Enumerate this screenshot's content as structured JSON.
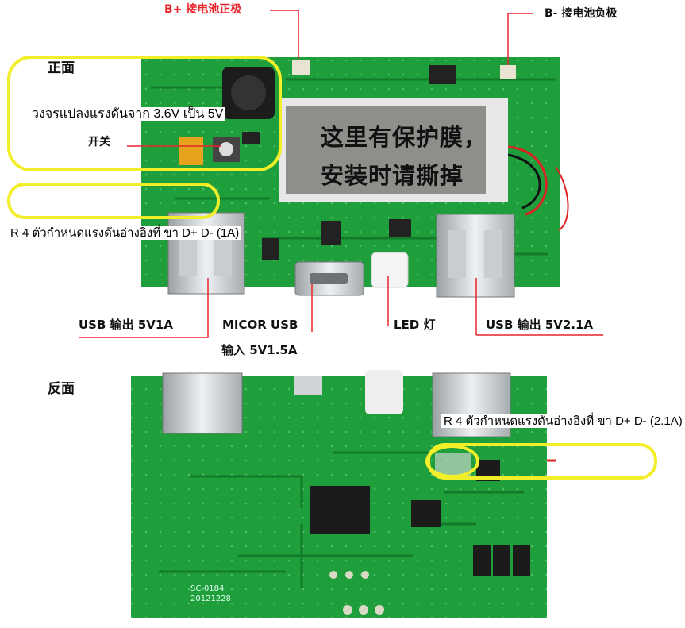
{
  "labels": {
    "b_plus": "B+ 接电池正极",
    "b_minus": "B- 接电池负极",
    "front": "正面",
    "back": "反面",
    "boost": "วงจรแปลงแรงดันจาก 3.6V เป็น 5V",
    "switch": "开关",
    "r4_front": "R 4 ตัวกำหนดแรงดันอ่างอิงที่ ขา D+ D- (1A)",
    "r4_back": "R 4 ตัวกำหนดแรงดันอ่างอิงที่ ขา D+ D- (2.1A)",
    "lcd_line1": "这里有保护膜，",
    "lcd_line2": "安装时请撕掉",
    "usb_out_1a": "USB 输出 5V1A",
    "micro_usb": "MICOR USB",
    "micro_usb_input": "输入 5V1.5A",
    "led": "LED 灯",
    "usb_out_21a": "USB 输出 5V2.1A",
    "board_id": "SC-0184",
    "board_date": "20121228"
  },
  "colors": {
    "pcb_green": "#1f9e3c",
    "pcb_dark": "#137a2a",
    "highlight_yellow": "#f2ee2a",
    "leader_red": "#e8242b",
    "lcd_bg": "#8c8f8a"
  }
}
